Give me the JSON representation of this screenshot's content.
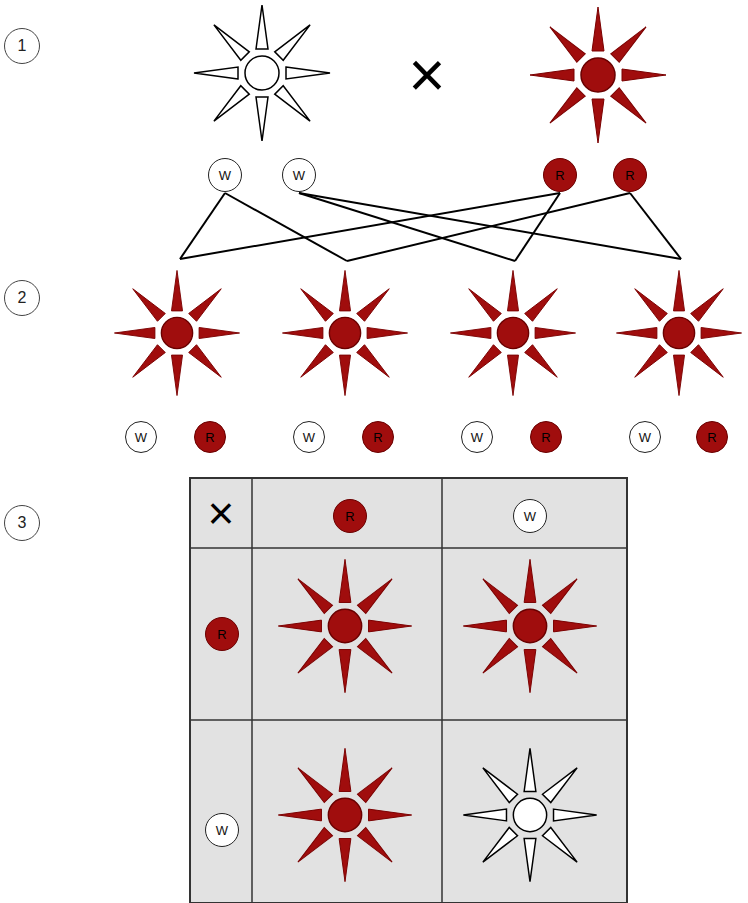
{
  "diagram": {
    "nodes": [
      {
        "text": [
          "1"
        ]
      },
      {
        "text": [
          "W"
        ]
      },
      {
        "text": [
          "W"
        ]
      },
      {
        "text": [
          "R"
        ]
      },
      {
        "text": [
          "R"
        ]
      },
      {
        "text": [
          "2"
        ]
      },
      {
        "text": [
          "W"
        ]
      },
      {
        "text": [
          "R"
        ]
      },
      {
        "text": [
          "W"
        ]
      },
      {
        "text": [
          "R"
        ]
      },
      {
        "text": [
          "W"
        ]
      },
      {
        "text": [
          "R"
        ]
      },
      {
        "text": [
          "W"
        ]
      },
      {
        "text": [
          "R"
        ]
      },
      {
        "text": [
          "3"
        ]
      },
      {
        "text": [
          "R"
        ]
      },
      {
        "text": [
          "W"
        ]
      },
      {
        "text": [
          "R"
        ]
      },
      {
        "text": [
          "W"
        ]
      }
    ],
    "labels": [
      "×",
      "×"
    ]
  }
}
